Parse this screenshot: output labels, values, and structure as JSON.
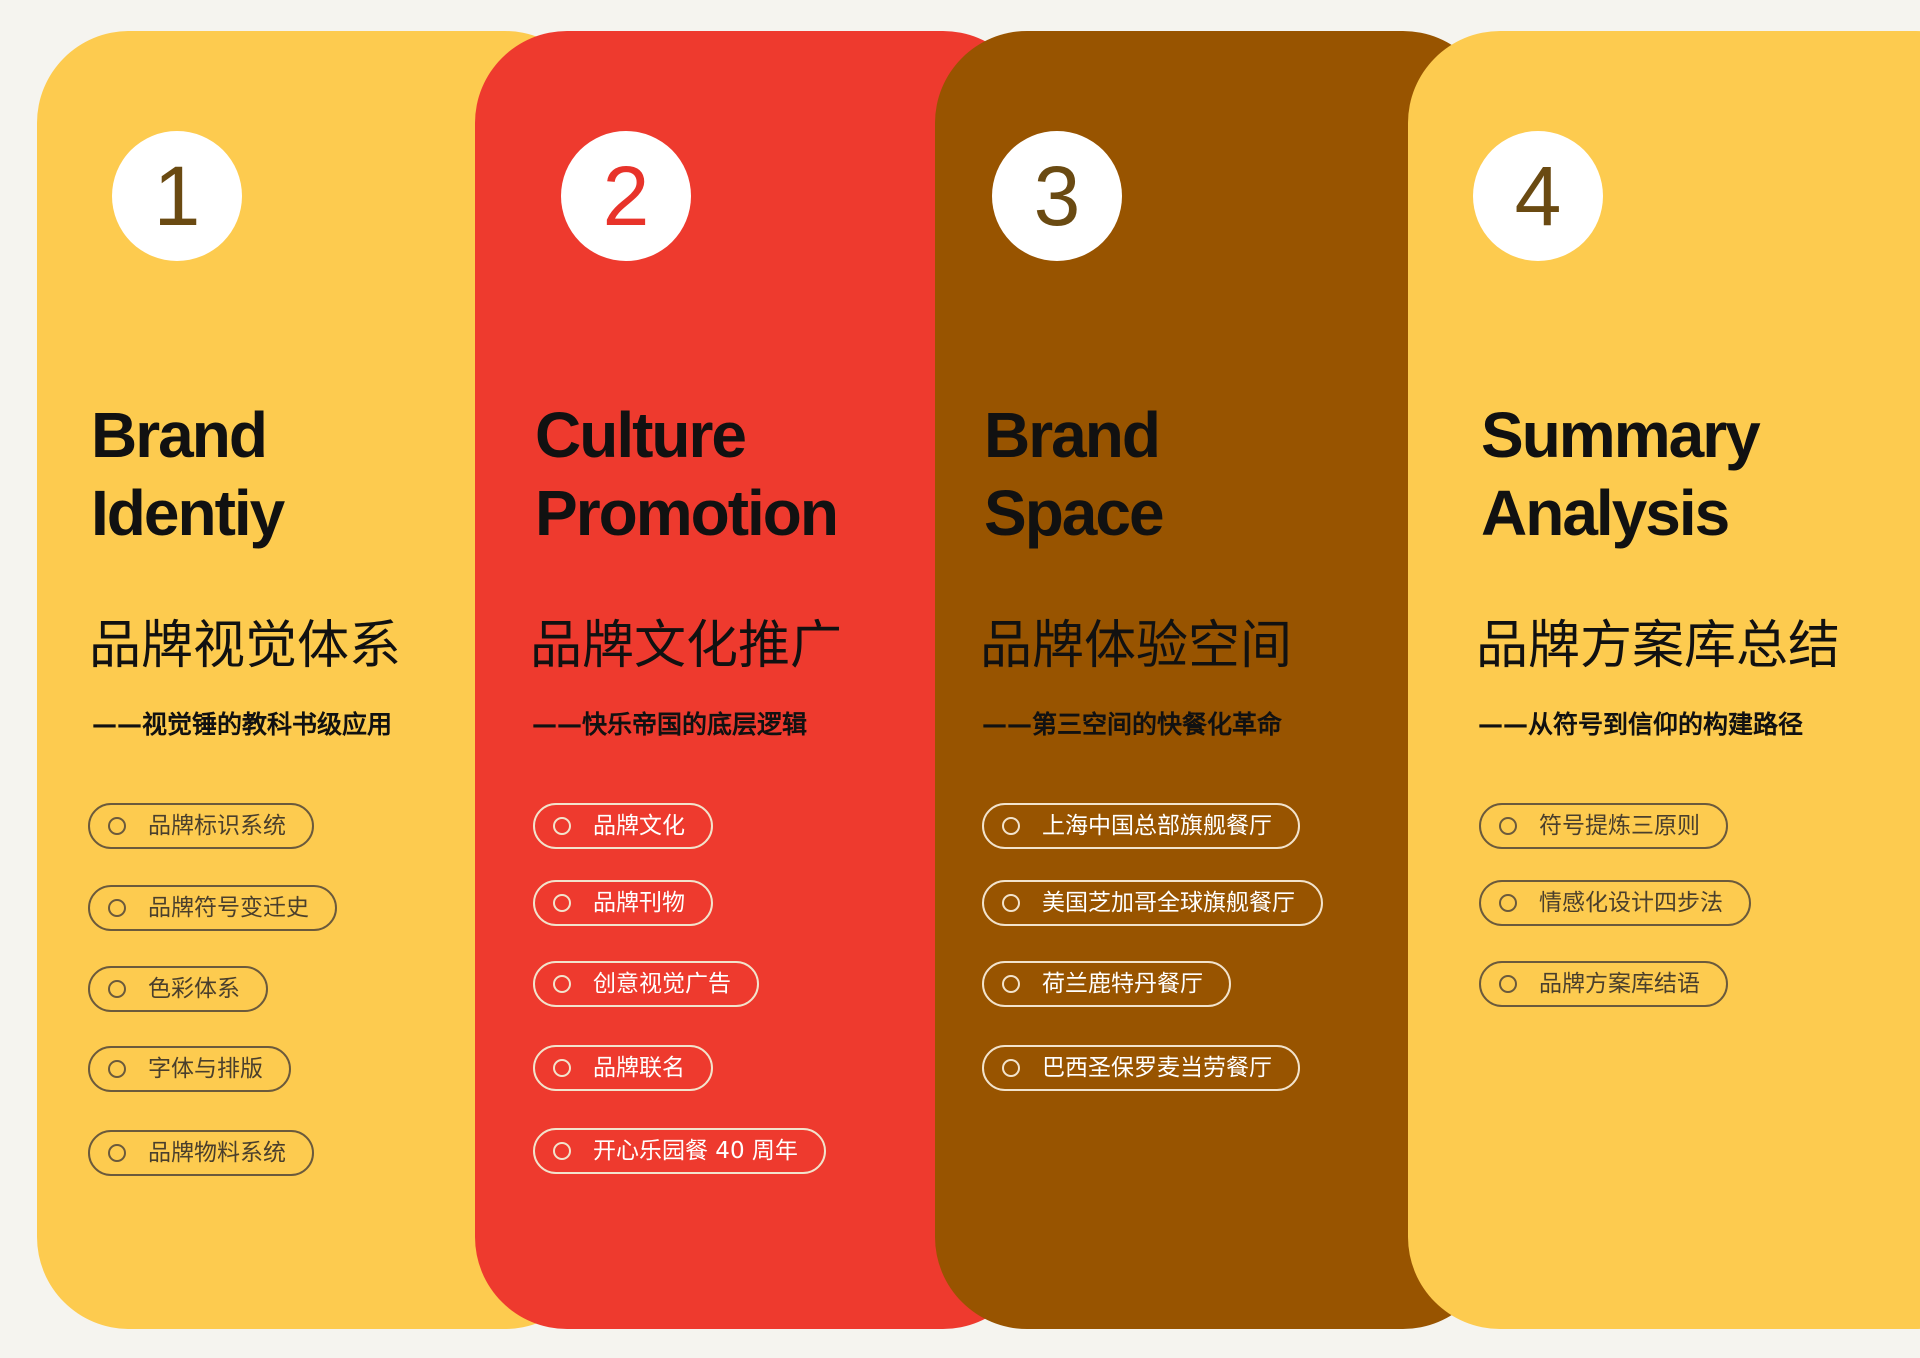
{
  "colors": {
    "background": "#f5f4ef",
    "yellow": "#fdcb4f",
    "red": "#ee3a2e",
    "brown": "#985400",
    "number_1": "#6a4a12",
    "number_2": "#e8332a",
    "number_3": "#6a4a12",
    "number_4": "#6a4a12"
  },
  "cards": [
    {
      "number": "1",
      "title_line1": "Brand",
      "title_line2": "Identiy",
      "subtitle": "品牌视觉体系",
      "tagline": "——视觉锤的教科书级应用",
      "items": [
        "品牌标识系统",
        "品牌符号变迁史",
        "色彩体系",
        "字体与排版",
        "品牌物料系统"
      ]
    },
    {
      "number": "2",
      "title_line1": "Culture",
      "title_line2": "Promotion",
      "subtitle": "品牌文化推广",
      "tagline": "——快乐帝国的底层逻辑",
      "items": [
        "品牌文化",
        "品牌刊物",
        "创意视觉广告",
        "品牌联名",
        "开心乐园餐 40 周年"
      ]
    },
    {
      "number": "3",
      "title_line1": "Brand",
      "title_line2": "Space",
      "subtitle": "品牌体验空间",
      "tagline": "——第三空间的快餐化革命",
      "items": [
        "上海中国总部旗舰餐厅",
        "美国芝加哥全球旗舰餐厅",
        "荷兰鹿特丹餐厅",
        "巴西圣保罗麦当劳餐厅"
      ]
    },
    {
      "number": "4",
      "title_line1": "Summary",
      "title_line2": "Analysis",
      "subtitle": "品牌方案库总结",
      "tagline": "——从符号到信仰的构建路径",
      "items": [
        "符号提炼三原则",
        "情感化设计四步法",
        "品牌方案库结语"
      ]
    }
  ]
}
